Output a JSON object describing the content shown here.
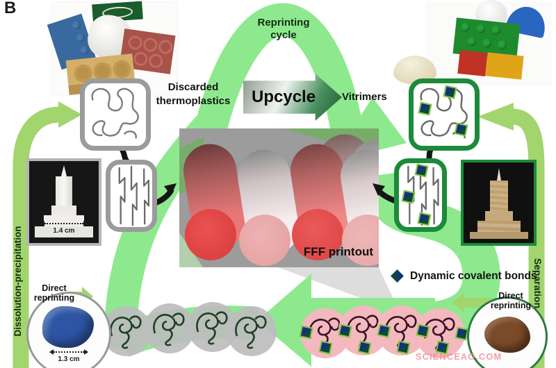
{
  "figure": {
    "panel_label": "B",
    "watermark": "SCIENCEAO.COM"
  },
  "cycle": {
    "reprinting_line1": "Reprinting",
    "reprinting_line2": "cycle",
    "discarded_line1": "Discarded",
    "discarded_line2": "thermoplastics",
    "upcycle": "Upcycle",
    "vitrimers": "Vitrimers"
  },
  "center": {
    "fff_label": "FFF printout"
  },
  "left_loop": {
    "band_label": "Dissolution-precipitation",
    "direct_line1": "Direct",
    "direct_line2": "reprinting",
    "tower_scale": "1.4 cm",
    "blob_scale": "1.3 cm"
  },
  "right_loop": {
    "band_label": "Separation",
    "direct_line1": "Direct",
    "direct_line2": "reprinting"
  },
  "legend": {
    "dynamic_bonds": "Dynamic covalent bonds"
  },
  "colors": {
    "arrow_green": "#8ee98e",
    "band_green": "#a3d56f",
    "box_gray": "#9b9b9b",
    "box_green": "#1c8a3a",
    "marker_navy": "#14317f",
    "marker_teal": "#0b4a38",
    "marker_border": "#85c63e",
    "pellet_gray": "#bdbdbd",
    "pellet_pink": "#f3b9be",
    "fff_bg": "#9c9c9c",
    "upcycle_dark": "#1e5c35",
    "blob_blue": "#2d55a5",
    "blob_brown": "#7b4a28",
    "watermark_pink": "#ef8a93"
  }
}
